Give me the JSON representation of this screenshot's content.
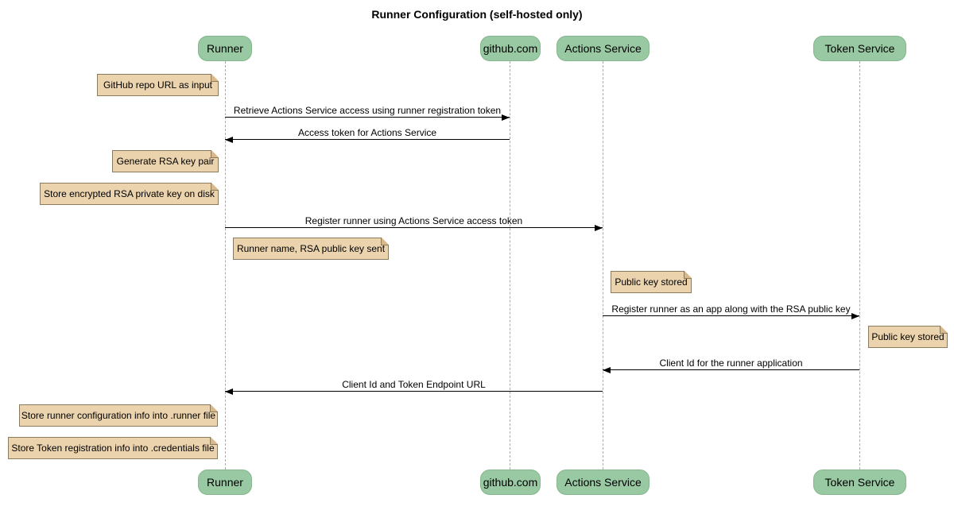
{
  "diagram": {
    "title": "Runner Configuration (self-hosted only)"
  },
  "participants": [
    {
      "name": "Runner"
    },
    {
      "name": "github.com"
    },
    {
      "name": "Actions Service"
    },
    {
      "name": "Token Service"
    }
  ],
  "notes": [
    {
      "text": "GitHub repo URL as input",
      "anchor": "Runner",
      "side": "left"
    },
    {
      "text": "Generate RSA key pair",
      "anchor": "Runner",
      "side": "left"
    },
    {
      "text": "Store encrypted RSA private key on disk",
      "anchor": "Runner",
      "side": "left"
    },
    {
      "text": "Runner name, RSA public key sent",
      "anchor": "Runner",
      "side": "right"
    },
    {
      "text": "Public key stored",
      "anchor": "Actions Service",
      "side": "right"
    },
    {
      "text": "Public key stored",
      "anchor": "Token Service",
      "side": "right"
    },
    {
      "text": "Store runner configuration info into .runner file",
      "anchor": "Runner",
      "side": "left"
    },
    {
      "text": "Store Token registration info into .credentials file",
      "anchor": "Runner",
      "side": "left"
    }
  ],
  "messages": [
    {
      "label": "Retrieve Actions Service access using runner registration token",
      "from": "Runner",
      "to": "github.com"
    },
    {
      "label": "Access token for Actions Service",
      "from": "github.com",
      "to": "Runner"
    },
    {
      "label": "Register runner using Actions Service access token",
      "from": "Runner",
      "to": "Actions Service"
    },
    {
      "label": "Register runner as an app along with the RSA public key",
      "from": "Actions Service",
      "to": "Token Service"
    },
    {
      "label": "Client Id for the runner application",
      "from": "Token Service",
      "to": "Actions Service"
    },
    {
      "label": "Client Id and Token Endpoint URL",
      "from": "Actions Service",
      "to": "Runner"
    }
  ],
  "colors": {
    "participant_fill": "#98c9a2",
    "participant_border": "#84b78e",
    "note_fill": "#ebd3ae",
    "note_border": "#8a7a5e",
    "lifeline": "#ababab",
    "arrow": "#000000",
    "background": "#ffffff"
  }
}
